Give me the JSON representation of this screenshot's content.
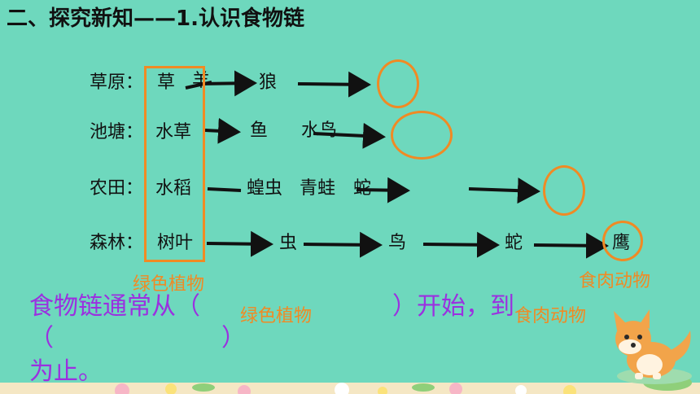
{
  "title": "二、探究新知——1.认识食物链",
  "chains": [
    {
      "place": "草原：",
      "organisms": [
        "草",
        "羊",
        "狼"
      ]
    },
    {
      "place": "池塘：",
      "organisms": [
        "水草",
        "鱼",
        "水鸟"
      ]
    },
    {
      "place": "农田：",
      "organisms": [
        "水稻",
        "蝗虫",
        "青蛙",
        "蛇"
      ]
    },
    {
      "place": "森林：",
      "organisms": [
        "树叶",
        "虫",
        "鸟",
        "蛇",
        "鹰"
      ]
    }
  ],
  "labels": {
    "green_plants": "绿色植物",
    "carnivores": "食肉动物"
  },
  "sentence": {
    "part1": "食物链通常从（",
    "fill1": "绿色植物",
    "part2": "）开始，到",
    "fill2": "食肉动物",
    "open_paren": "（",
    "close_paren": "）",
    "part3": "为止。"
  },
  "colors": {
    "background": "#6ed8bd",
    "accent": "#f08a24",
    "sentence": "#9b30e0",
    "arrow": "#111111"
  },
  "icons": [
    "fox-illustration",
    "flower-border"
  ]
}
